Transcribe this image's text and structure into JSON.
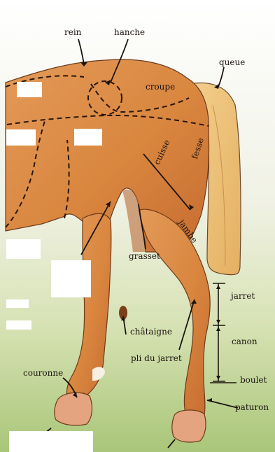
{
  "diagram": {
    "labels": {
      "rein": "rein",
      "hanche": "hanche",
      "queue": "queue",
      "croupe": "croupe",
      "cuisse": "cuisse",
      "fesse": "fesse",
      "jambe": "jambe",
      "grasset": "grasset",
      "jarret": "jarret",
      "chataigne": "châtaigne",
      "canon": "canon",
      "pli_du_jarret": "pli du jarret",
      "couronne": "couronne",
      "boulet": "boulet",
      "paturon": "paturon"
    },
    "blank_label_boxes": 8,
    "colors": {
      "coat": "#d98648",
      "coat_shadow": "#b55f2c",
      "coat_light": "#e8a468",
      "tail": "#eec27c",
      "hoof": "#e3a47f",
      "grass": "#b9d086",
      "sky": "#e9edd8",
      "ink": "#1c1410"
    }
  }
}
